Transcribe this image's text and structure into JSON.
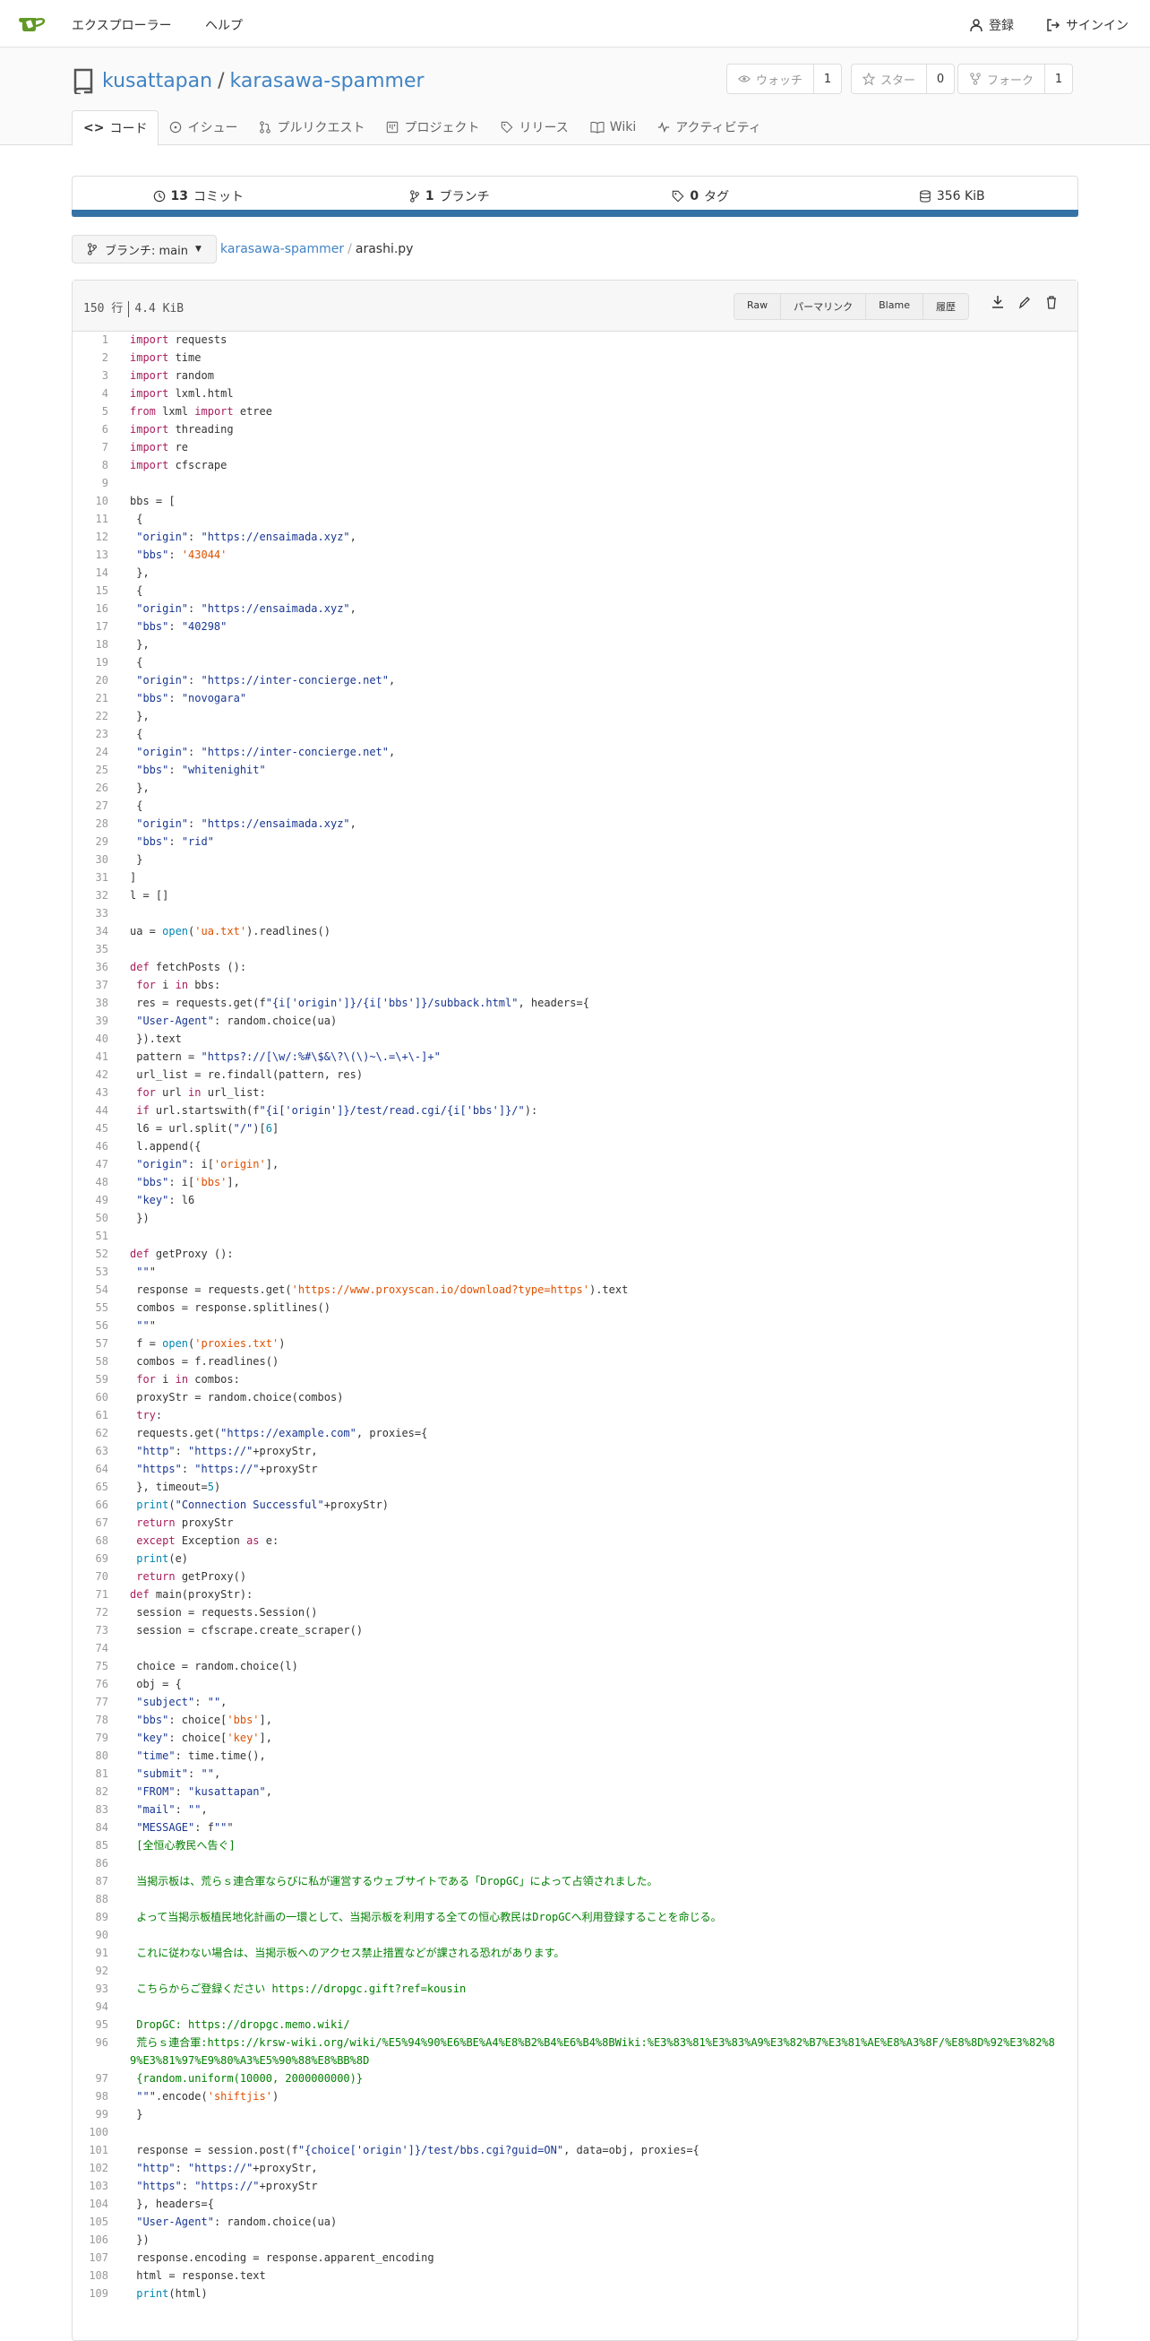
{
  "nav": {
    "explore": "エクスプローラー",
    "help": "ヘルプ",
    "register": "登録",
    "signin": "サインイン"
  },
  "repo": {
    "owner": "kusattapan",
    "name": "karasawa-spammer",
    "watch": {
      "label": "ウォッチ",
      "count": "1"
    },
    "star": {
      "label": "スター",
      "count": "0"
    },
    "fork": {
      "label": "フォーク",
      "count": "1"
    }
  },
  "tabs": [
    "コード",
    "イシュー",
    "プルリクエスト",
    "プロジェクト",
    "リリース",
    "Wiki",
    "アクティビティ"
  ],
  "stats": {
    "commits": {
      "n": "13",
      "label": "コミット"
    },
    "branches": {
      "n": "1",
      "label": "ブランチ"
    },
    "tags": {
      "n": "0",
      "label": "タグ"
    },
    "size": "356 KiB"
  },
  "branch": "ブランチ: main",
  "breadcrumb": {
    "repo": "karasawa-spammer",
    "file": "arashi.py"
  },
  "file": {
    "lines": "150 行",
    "size": "4.4 KiB",
    "buttons": [
      "Raw",
      "パーマリンク",
      "Blame",
      "履歴"
    ]
  },
  "colors": {
    "link": "#4183c4",
    "langbar": "#3572a5"
  },
  "code": [
    "import requests",
    "import time",
    "import random",
    "import lxml.html",
    "from lxml import etree",
    "import threading",
    "import re",
    "import cfscrape",
    "",
    "bbs = [",
    " {",
    " \"origin\": \"https://ensaimada.xyz\",",
    " \"bbs\": '43044'",
    " },",
    " {",
    " \"origin\": \"https://ensaimada.xyz\",",
    " \"bbs\": \"40298\"",
    " },",
    " {",
    " \"origin\": \"https://inter-concierge.net\",",
    " \"bbs\": \"novogara\"",
    " },",
    " {",
    " \"origin\": \"https://inter-concierge.net\",",
    " \"bbs\": \"whitenighit\"",
    " },",
    " {",
    " \"origin\": \"https://ensaimada.xyz\",",
    " \"bbs\": \"rid\"",
    " }",
    "]",
    "l = []",
    "",
    "ua = open('ua.txt').readlines()",
    "",
    "def fetchPosts ():",
    " for i in bbs:",
    " res = requests.get(f\"{i['origin']}/{i['bbs']}/subback.html\", headers={",
    " \"User-Agent\": random.choice(ua)",
    " }).text",
    " pattern = \"https?://[\\w/:%#\\$&\\?\\(\\)~\\.=\\+\\-]+\"",
    " url_list = re.findall(pattern, res)",
    " for url in url_list:",
    " if url.startswith(f\"{i['origin']}/test/read.cgi/{i['bbs']}/\"):",
    " l6 = url.split(\"/\")[6]",
    " l.append({",
    " \"origin\": i['origin'],",
    " \"bbs\": i['bbs'],",
    " \"key\": l6",
    " })",
    "",
    "def getProxy ():",
    " \"\"\"",
    " response = requests.get('https://www.proxyscan.io/download?type=https').text",
    " combos = response.splitlines()",
    " \"\"\"",
    " f = open('proxies.txt')",
    " combos = f.readlines()",
    " for i in combos:",
    " proxyStr = random.choice(combos)",
    " try:",
    " requests.get(\"https://example.com\", proxies={",
    " \"http\": \"https://\"+proxyStr,",
    " \"https\": \"https://\"+proxyStr",
    " }, timeout=5)",
    " print(\"Connection Successful\"+proxyStr)",
    " return proxyStr",
    " except Exception as e:",
    " print(e)",
    " return getProxy()",
    "def main(proxyStr):",
    " session = requests.Session()",
    " session = cfscrape.create_scraper()",
    "",
    " choice = random.choice(l)",
    " obj = {",
    " \"subject\": \"\",",
    " \"bbs\": choice['bbs'],",
    " \"key\": choice['key'],",
    " \"time\": time.time(),",
    " \"submit\": \"\",",
    " \"FROM\": \"kusattapan\",",
    " \"mail\": \"\",",
    " \"MESSAGE\": f\"\"\"",
    " [全恒心教民へ告ぐ]",
    "",
    " 当掲示板は、荒らｓ連合軍ならびに私が運営するウェブサイトである「DropGC」によって占領されました。",
    "",
    " よって当掲示板植民地化計画の一環として、当掲示板を利用する全ての恒心教民はDropGCへ利用登録することを命じる。",
    "",
    " これに従わない場合は、当掲示板へのアクセス禁止措置などが課される恐れがあります。",
    "",
    " こちらからご登録ください https://dropgc.gift?ref=kousin",
    "",
    " DropGC: https://dropgc.memo.wiki/",
    " 荒らｓ連合軍:https://krsw-wiki.org/wiki/%E5%94%90%E6%BE%A4%E8%B2%B4%E6%B4%8BWiki:%E3%83%81%E3%83%A9%E3%82%B7%E3%81%AE%E8%A3%8F/%E8%8D%92%E3%82%89%E3%81%97%E9%80%A3%E5%90%88%E8%BB%8D",
    " {random.uniform(10000, 2000000000)}",
    " \"\"\".encode('shiftjis')",
    " }",
    "",
    " response = session.post(f\"{choice['origin']}/test/bbs.cgi?guid=ON\", data=obj, proxies={",
    " \"http\": \"https://\"+proxyStr,",
    " \"https\": \"https://\"+proxyStr",
    " }, headers={",
    " \"User-Agent\": random.choice(ua)",
    " })",
    " response.encoding = response.apparent_encoding",
    " html = response.text",
    " print(html)"
  ]
}
